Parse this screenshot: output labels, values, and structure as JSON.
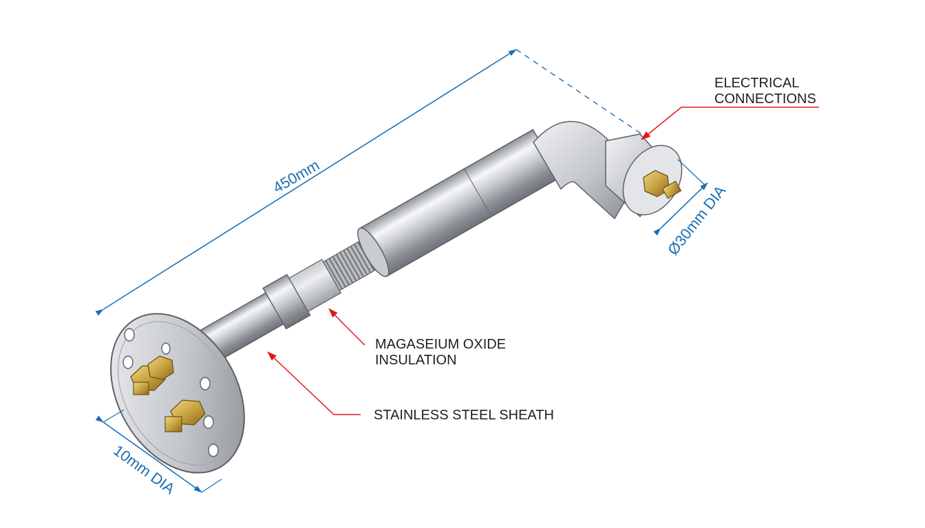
{
  "dimensions": {
    "length": "450mm",
    "end_diameter": "Ø30mm DIA",
    "flange_diameter": "10mm DIA"
  },
  "callouts": {
    "electrical": [
      "ELECTRICAL",
      "CONNECTIONS"
    ],
    "insulation": [
      "MAGASEIUM OXIDE",
      "INSULATION"
    ],
    "sheath": [
      "STAINLESS STEEL SHEATH"
    ]
  },
  "colors": {
    "dimension_line": "#1a6fb5",
    "leader_line": "#e0161b",
    "text": "#1f1f1f",
    "steel_light": "#f2f3f5",
    "steel_dark": "#8d9197",
    "brass": "#c9a441"
  }
}
